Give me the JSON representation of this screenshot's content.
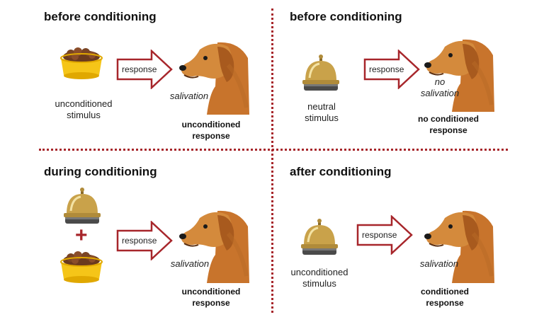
{
  "panels": {
    "top_left": {
      "title": "before conditioning",
      "stimulus_caption": [
        "unconditioned",
        "stimulus"
      ],
      "arrow_label": "response",
      "dog_label": [
        "salivation"
      ],
      "response_caption": [
        "unconditioned",
        "response"
      ]
    },
    "top_right": {
      "title": "before conditioning",
      "stimulus_caption": [
        "neutral",
        "stimulus"
      ],
      "arrow_label": "response",
      "dog_label": [
        "no",
        "salivation"
      ],
      "response_caption": [
        "no conditioned",
        "response"
      ]
    },
    "bottom_left": {
      "title": "during conditioning",
      "plus_sign": "+",
      "arrow_label": "response",
      "dog_label": [
        "salivation"
      ],
      "response_caption": [
        "unconditioned",
        "response"
      ]
    },
    "bottom_right": {
      "title": "after conditioning",
      "stimulus_caption": [
        "unconditioned",
        "stimulus"
      ],
      "arrow_label": "response",
      "dog_label": [
        "salivation"
      ],
      "response_caption": [
        "conditioned",
        "response"
      ]
    }
  },
  "colors": {
    "accent": "#a7262b",
    "bowl": "#f5c518",
    "dog": "#c8742c"
  },
  "icons": {
    "food": "dog-food-bowl-icon",
    "bell": "service-bell-icon",
    "dog": "dog-icon",
    "arrow": "right-arrow-icon"
  }
}
